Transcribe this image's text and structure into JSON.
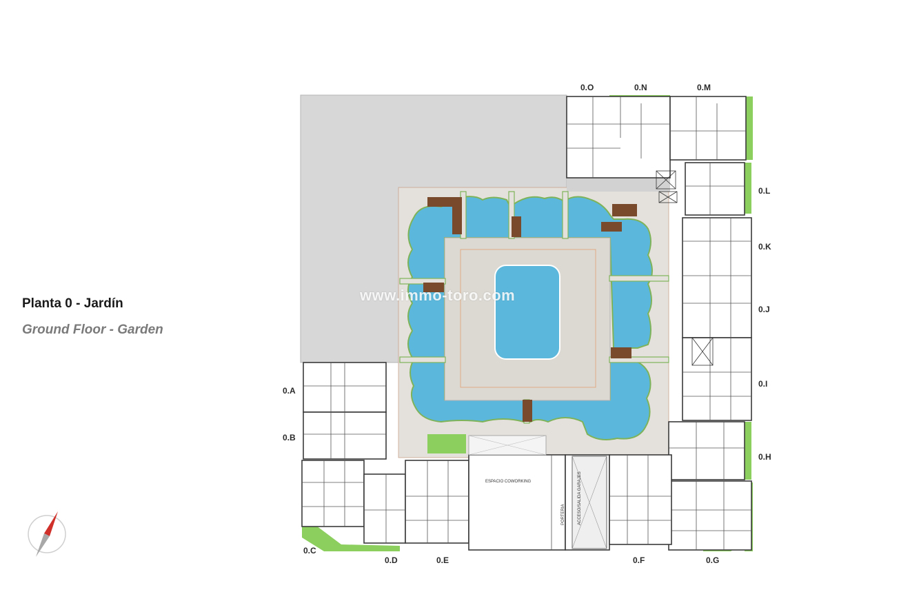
{
  "header": {
    "title": "Planta 0 - Jardín",
    "subtitle": "Ground Floor - Garden"
  },
  "watermark": "www.immo-toro.com",
  "units": {
    "o": "0.O",
    "n": "0.N",
    "m": "0.M",
    "l": "0.L",
    "k": "0.K",
    "j": "0.J",
    "i": "0.I",
    "h": "0.H",
    "g": "0.G",
    "f": "0.F",
    "e": "0.E",
    "d": "0.D",
    "c": "0.C",
    "b": "0.B",
    "a": "0.A"
  },
  "plan_labels": {
    "coworking": "ESPACIO COWORKING",
    "porteria": "PORTERIA",
    "garage_access": "ACCESO/SALIDA GARAJES"
  },
  "colors": {
    "water": "#5bb8dc",
    "lawn": "#8dcf5f",
    "paving": "#dcd9d3",
    "terrace": "#d7d7d7",
    "wood": "#7a4a2c",
    "walls": "#3a3a3a"
  },
  "compass": {
    "icon": "compass-north-arrow-icon"
  }
}
